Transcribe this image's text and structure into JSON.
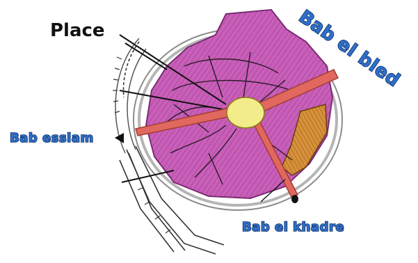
{
  "labels": {
    "place": "Place",
    "bab_el_bled": "Bab el bled",
    "bab_esslam": "Bab esslam",
    "bab_el_khadre": "Bab el khadre"
  },
  "colors": {
    "medina_fill": "#c85fb8",
    "medina_outline": "#7a2c72",
    "road": "#e0685f",
    "road_outline": "#a33b34",
    "center_place": "#f3ec8a",
    "annex": "#d6913a",
    "wall_ring": "#9a9a9a",
    "blue_label": "#2f6fc9",
    "blue_outline": "#0d2f66",
    "ink": "#111111"
  }
}
